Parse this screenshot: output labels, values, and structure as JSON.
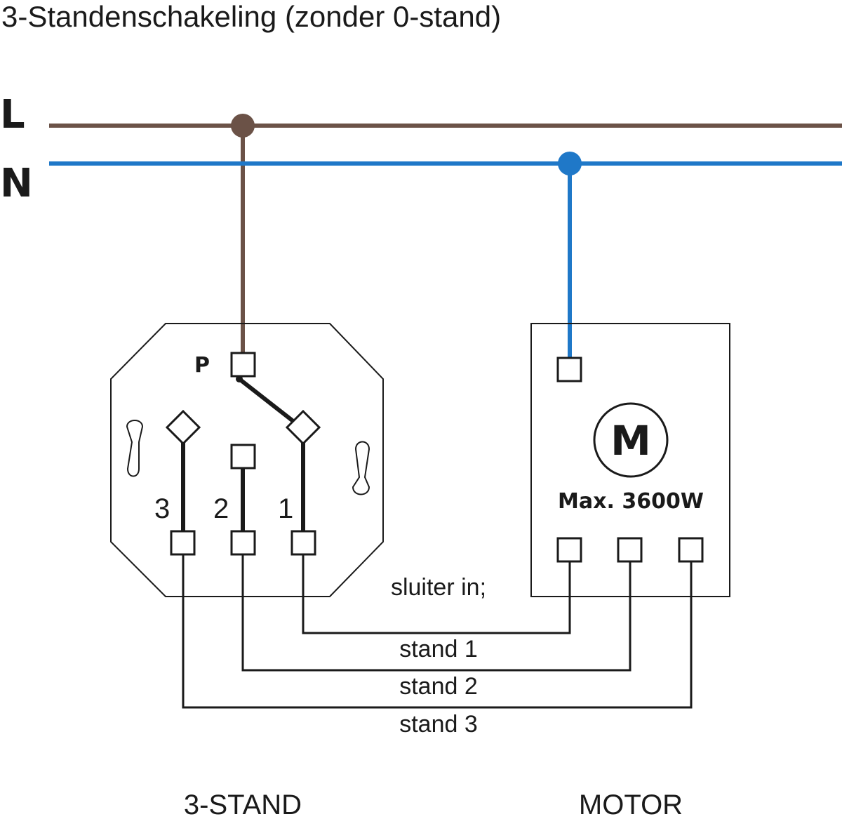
{
  "title": "3-Standenschakeling (zonder 0-stand)",
  "rails": {
    "L": "L",
    "N": "N"
  },
  "colors": {
    "live": "#6b5247",
    "neutral": "#1f78c8",
    "ink": "#1a1a1a"
  },
  "switch": {
    "terminal_p": "P",
    "positions": [
      "3",
      "2",
      "1"
    ],
    "footer": "3-STAND"
  },
  "motor": {
    "symbol": "M",
    "rating": "Max. 3600W",
    "footer": "MOTOR"
  },
  "wiring": {
    "note": "sluiter in;",
    "stand1": "stand 1",
    "stand2": "stand 2",
    "stand3": "stand 3"
  }
}
